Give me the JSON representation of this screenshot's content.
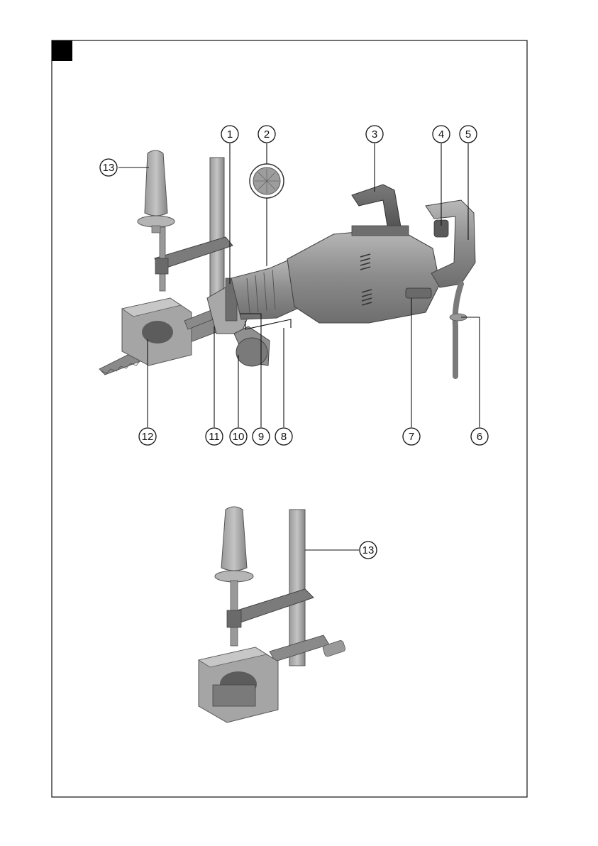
{
  "figure": {
    "frame_marker": "",
    "callouts_main": [
      {
        "id": "c1",
        "text": "1"
      },
      {
        "id": "c2",
        "text": "2"
      },
      {
        "id": "c3",
        "text": "3"
      },
      {
        "id": "c4",
        "text": "4"
      },
      {
        "id": "c5",
        "text": "5"
      },
      {
        "id": "c6",
        "text": "6"
      },
      {
        "id": "c7",
        "text": "7"
      },
      {
        "id": "c8",
        "text": "8"
      },
      {
        "id": "c9",
        "text": "9"
      },
      {
        "id": "c10",
        "text": "10"
      },
      {
        "id": "c11",
        "text": "11"
      },
      {
        "id": "c12",
        "text": "12"
      },
      {
        "id": "c13",
        "text": "13"
      }
    ],
    "callouts_lower": [
      {
        "id": "c13b",
        "text": "13"
      }
    ]
  }
}
